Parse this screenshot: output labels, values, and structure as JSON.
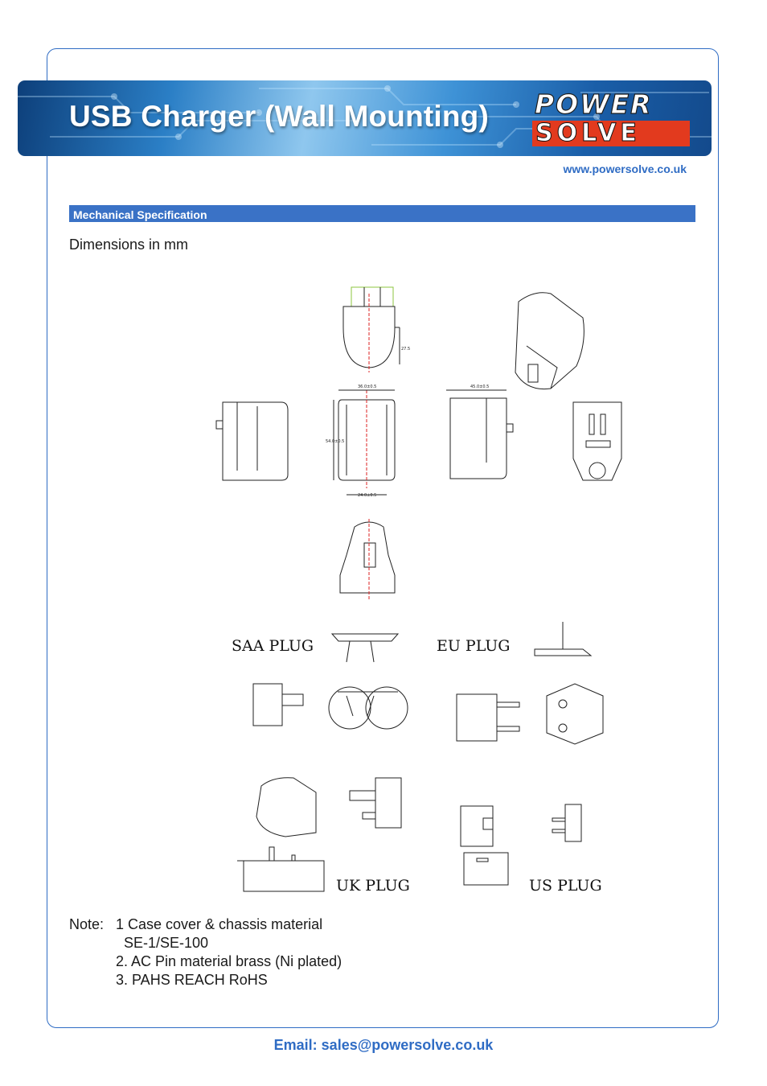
{
  "header": {
    "title": "USB Charger (Wall Mounting)",
    "logo_top": "POWER",
    "logo_bottom": "SOLVE",
    "website": "www.powersolve.co.uk"
  },
  "section": {
    "title": "Mechanical Specification",
    "caption": "Dimensions in mm"
  },
  "drawing": {
    "plug_labels": [
      "SAA PLUG",
      "EU PLUG",
      "UK PLUG",
      "US PLUG"
    ],
    "dimensions": {
      "width": "36.0±0.5",
      "depth": "45.0±0.5",
      "height": "54.0±0.5",
      "thickness": "24.0±0.5",
      "pin": "27.5"
    }
  },
  "notes": {
    "prefix": "Note:",
    "line1": "1 Case cover & chassis material",
    "line1b": "SE-1/SE-100",
    "line2": "2. AC Pin material brass (Ni plated)",
    "line3": "3. PAHS REACH RoHS"
  },
  "footer": {
    "email": "Email: sales@powersolve.co.uk"
  },
  "colors": {
    "accent": "#2f6cc4",
    "section_bar": "#3a72c6",
    "logo_red": "#e23a1e"
  }
}
